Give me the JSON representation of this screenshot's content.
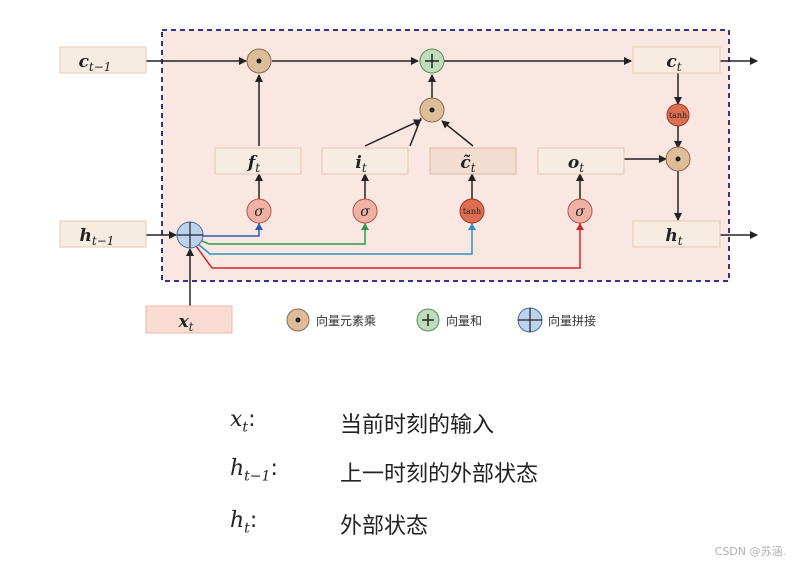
{
  "diagram": {
    "inputs": {
      "c_prev": {
        "base": "c",
        "sub": "t−1"
      },
      "h_prev": {
        "base": "h",
        "sub": "t−1"
      },
      "x_t": {
        "base": "x",
        "sub": "t"
      }
    },
    "outputs": {
      "c_t": {
        "base": "c",
        "sub": "t"
      },
      "h_t": {
        "base": "h",
        "sub": "t"
      }
    },
    "gates": {
      "f_t": {
        "base": "f",
        "sub": "t"
      },
      "i_t": {
        "base": "i",
        "sub": "t"
      },
      "c_tilde": {
        "base": "c̃",
        "sub": "t"
      },
      "o_t": {
        "base": "o",
        "sub": "t"
      }
    },
    "activations": {
      "sigma": "σ",
      "tanh": "tanh"
    },
    "operators": {
      "mult": "•",
      "add": "+"
    },
    "colors": {
      "box_fill": "#f7ece1",
      "box_stroke": "#e4c9b0",
      "cell_bg": "#fbe7e1",
      "dashed_border": "#2f3590",
      "mult_fill": "#ddbd9a",
      "add_fill": "#bfdcbc",
      "concat_fill": "#bcd3ee",
      "sigma_fill": "#f1b2a6",
      "tanh_fill": "#de6e52",
      "line_blue": "#2a5db8",
      "line_green": "#2e9a4a",
      "line_cyan": "#2a93c8",
      "line_red": "#cc2a2a"
    }
  },
  "legend": [
    {
      "icon": "mult",
      "label": "向量元素乘"
    },
    {
      "icon": "add",
      "label": "向量和"
    },
    {
      "icon": "concat",
      "label": "向量拼接"
    }
  ],
  "notes": [
    {
      "sym_base": "x",
      "sym_sub": "t",
      "desc": "当前时刻的输入"
    },
    {
      "sym_base": "h",
      "sym_sub": "t−1",
      "desc": "上一时刻的外部状态"
    },
    {
      "sym_base": "h",
      "sym_sub": "t",
      "desc": "外部状态"
    }
  ],
  "watermark": "CSDN @苏涵."
}
